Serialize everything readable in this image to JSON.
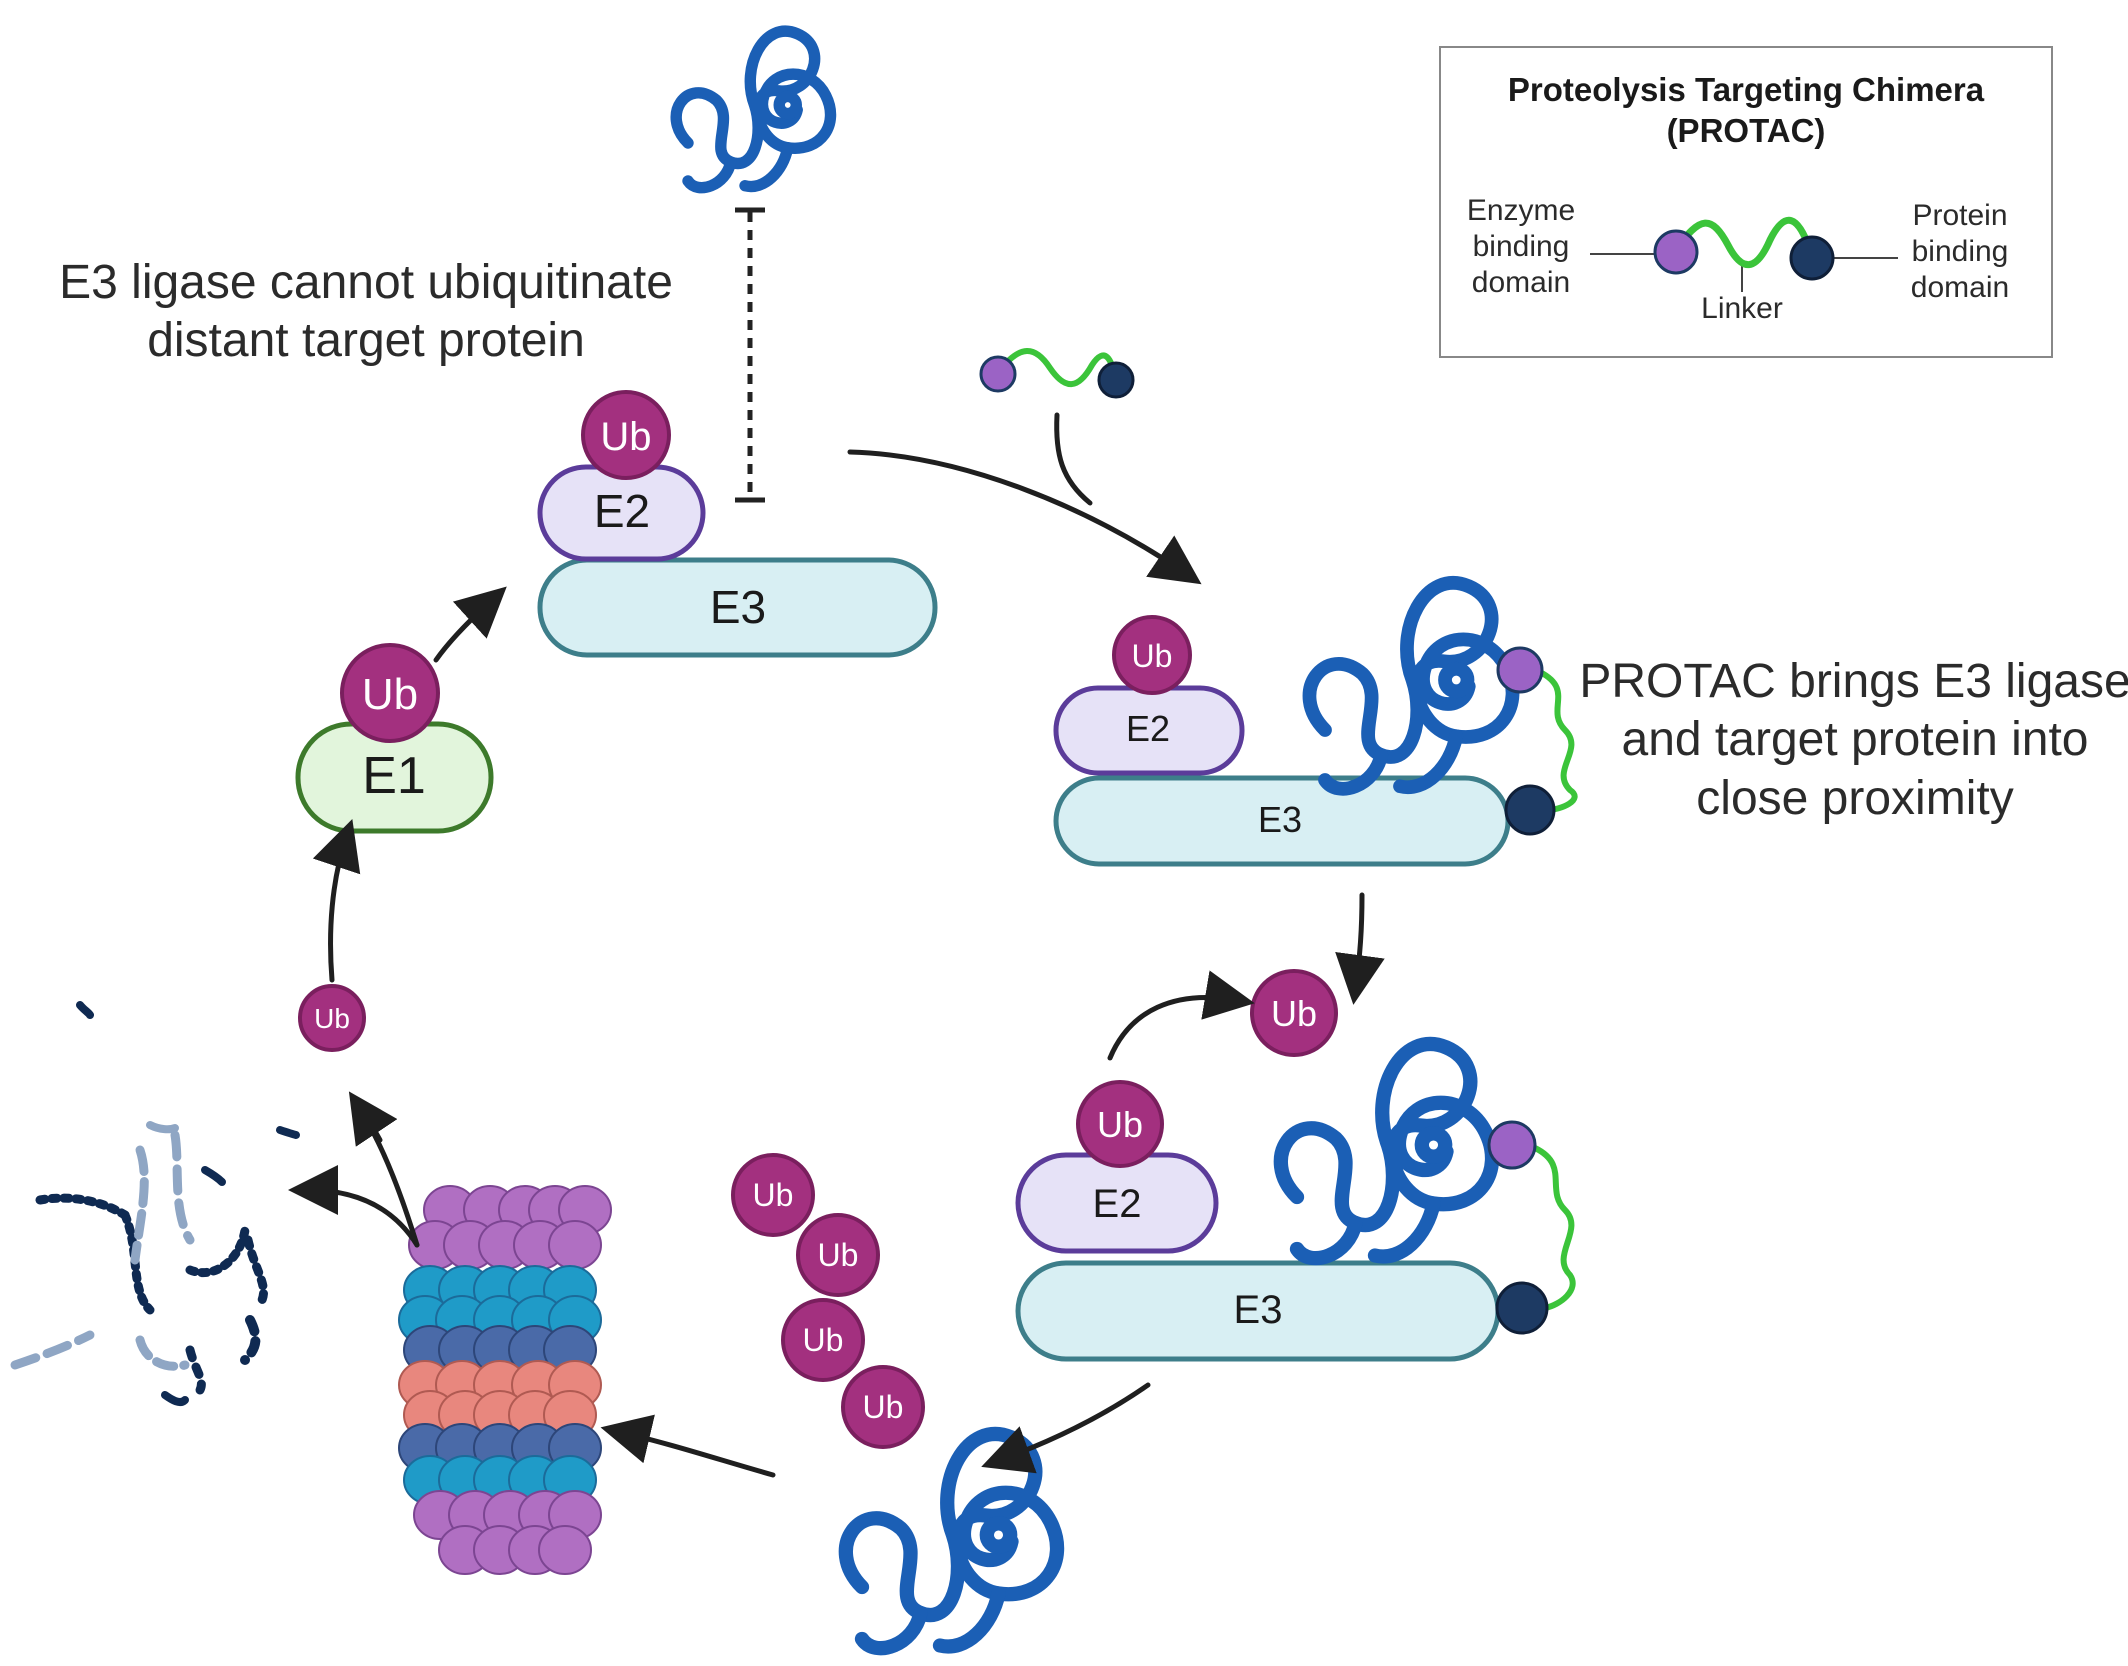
{
  "legend": {
    "title_line1": "Proteolysis Targeting Chimera",
    "title_line2": "(PROTAC)",
    "enzyme_label": [
      "Enzyme",
      "binding",
      "domain"
    ],
    "linker_label": "Linker",
    "protein_label": [
      "Protein",
      "binding",
      "domain"
    ]
  },
  "captions": {
    "distant": [
      "E3 ligase cannot ubiquitinate",
      "distant target protein"
    ],
    "protac": [
      "PROTAC brings E3 ligase",
      "and target protein into",
      "close proximity"
    ]
  },
  "labels": {
    "ub": "Ub",
    "e1": "E1",
    "e2": "E2",
    "e3": "E3"
  },
  "colors": {
    "ub_fill": "#a3307f",
    "ub_stroke": "#7a1f5e",
    "e1_fill": "#e2f5dc",
    "e1_stroke": "#3d7a2b",
    "e2_fill": "#e6e2f7",
    "e2_stroke": "#5b3c9a",
    "e3_fill": "#d8eff3",
    "e3_stroke": "#3d7e8a",
    "protein": "#1b5fb5",
    "linker": "#3bc43a",
    "enzyme_domain": "#9b63c5",
    "protein_domain": "#1d3a63"
  }
}
